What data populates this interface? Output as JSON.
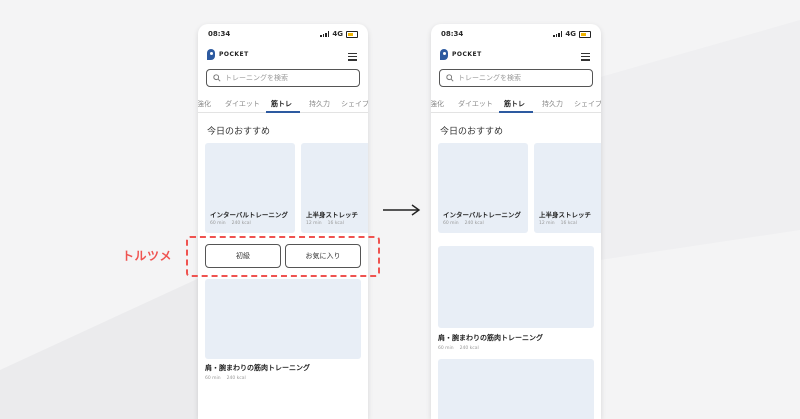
{
  "colors": {
    "accent": "#2d5aa0",
    "annotation": "#ef5350",
    "card_placeholder": "#e8eef6",
    "background": "#f4f4f5"
  },
  "annotation_label": "トルツメ",
  "icons": [
    "search-icon",
    "menu-icon",
    "right-arrow-icon",
    "logo-icon"
  ],
  "phones": {
    "before": {
      "status": {
        "time": "08:34",
        "network": "4G"
      },
      "app": {
        "logo": "POCKET"
      },
      "search": {
        "placeholder": "トレーニングを検索"
      },
      "tabs": [
        "強化",
        "ダイエット",
        "筋トレ",
        "持久力",
        "シェイプ"
      ],
      "active_tab": "筋トレ",
      "section_title": "今日のおすすめ",
      "cards": [
        {
          "title": "インターバルトレーニング",
          "duration": "60 min",
          "calories": "240 kcal"
        },
        {
          "title": "上半身ストレッチ",
          "duration": "12 min",
          "calories": "16 kcal"
        }
      ],
      "chips": [
        "初級",
        "お気に入り"
      ],
      "featured": {
        "title": "肩・腕まわりの筋肉トレーニング",
        "duration": "60 min",
        "calories": "240 kcal"
      }
    },
    "after": {
      "status": {
        "time": "08:34",
        "network": "4G"
      },
      "app": {
        "logo": "POCKET"
      },
      "search": {
        "placeholder": "トレーニングを検索"
      },
      "tabs": [
        "強化",
        "ダイエット",
        "筋トレ",
        "持久力",
        "シェイプ"
      ],
      "active_tab": "筋トレ",
      "section_title": "今日のおすすめ",
      "cards": [
        {
          "title": "インターバルトレーニング",
          "duration": "60 min",
          "calories": "240 kcal"
        },
        {
          "title": "上半身ストレッチ",
          "duration": "12 min",
          "calories": "16 kcal"
        }
      ],
      "featured": {
        "title": "肩・腕まわりの筋肉トレーニング",
        "duration": "60 min",
        "calories": "240 kcal"
      }
    }
  }
}
